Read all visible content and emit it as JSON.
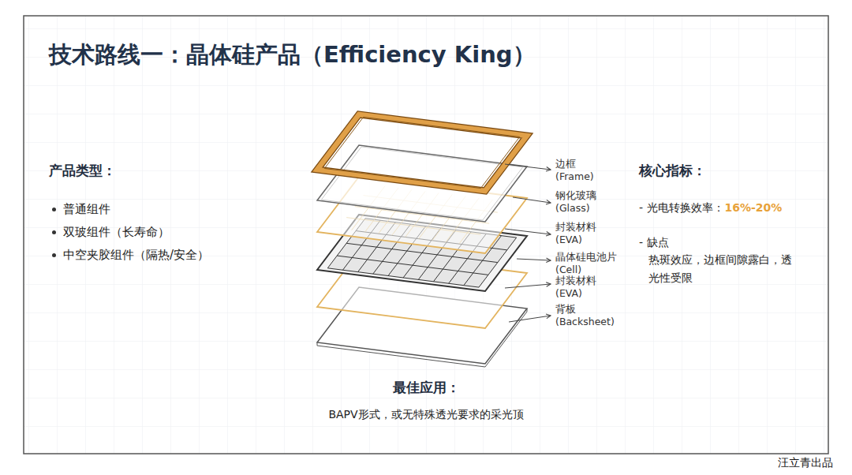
{
  "diagram": {
    "title": "技术路线一：晶体硅产品（Efficiency King）",
    "labels": [
      "产品类型：",
      "普通组件",
      "双玻组件（长寿命）",
      "中空夹胶组件（隔热/安全）",
      "边框 (Frame)",
      "钢化玻璃 (Glass)",
      "封装材料 (EVA)",
      "晶体硅电池片 (Cell)",
      "封装材料 (EVA)",
      "背板 (Backsheet)",
      "核心指标：",
      "- 光电转换效率：",
      "16%-20%",
      "- 缺点",
      "热斑效应，边框间隙露白，透光性受限",
      "最佳应用：",
      "BAPV形式，或无特殊透光要求的采光顶",
      "汪立青出品"
    ]
  }
}
